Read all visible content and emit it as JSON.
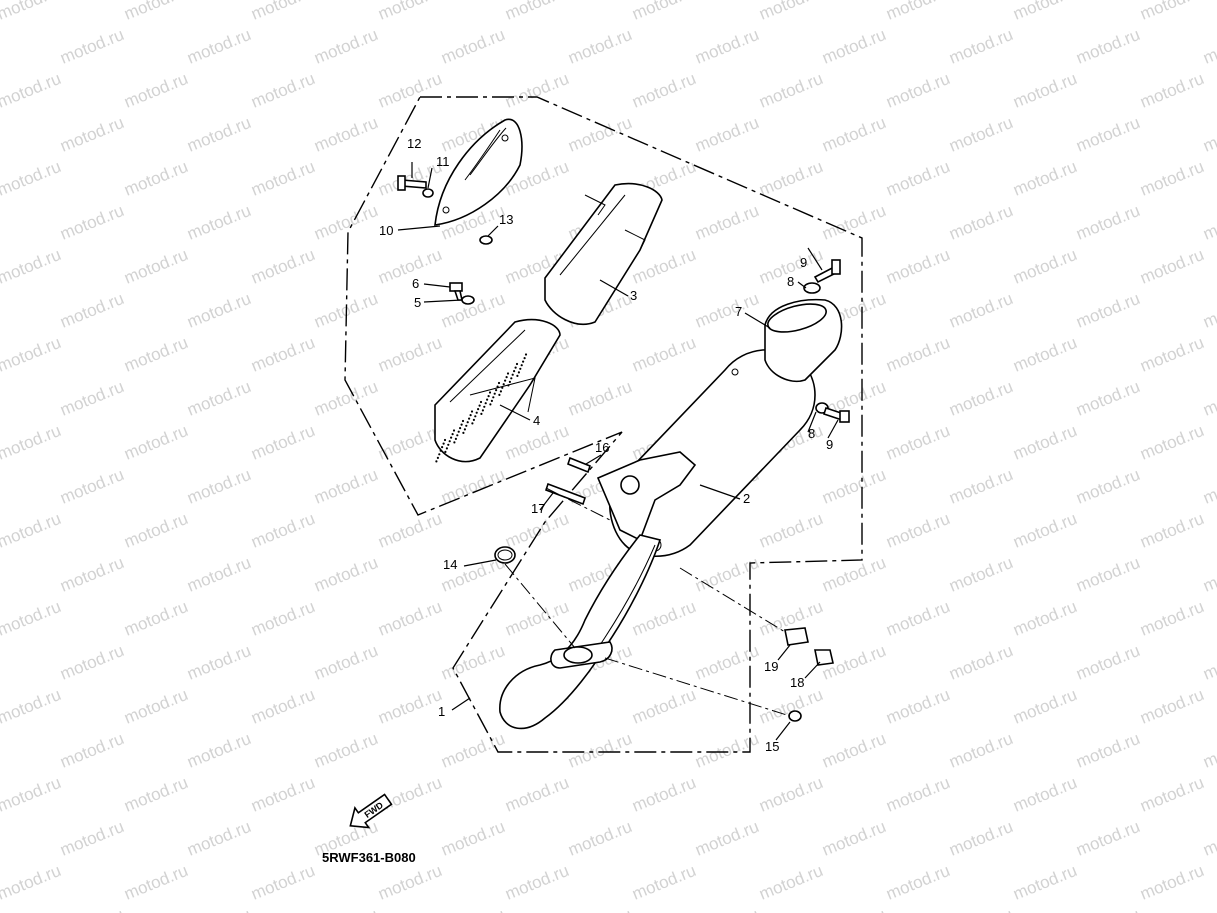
{
  "watermark": {
    "text": "motod.ru"
  },
  "diagram": {
    "code": "5RWF361-B080",
    "fwd_label": "FWD",
    "callouts": {
      "c1": "1",
      "c2": "2",
      "c3": "3",
      "c4": "4",
      "c5": "5",
      "c6": "6",
      "c7": "7",
      "c8a": "8",
      "c8b": "8",
      "c9a": "9",
      "c9b": "9",
      "c10": "10",
      "c11": "11",
      "c12": "12",
      "c13": "13",
      "c14": "14",
      "c15": "15",
      "c16": "16",
      "c17": "17",
      "c18": "18",
      "c19": "19"
    }
  }
}
